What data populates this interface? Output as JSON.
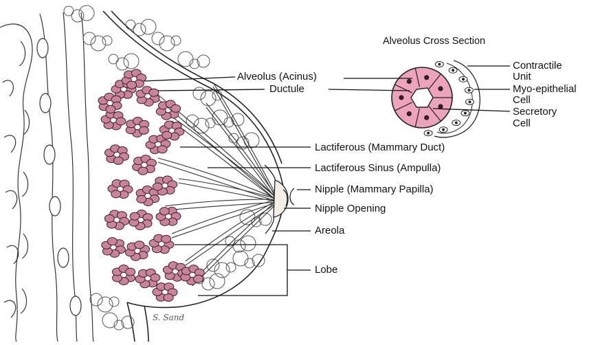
{
  "diagram": {
    "cross_section_title": "Alveolus Cross Section",
    "labels": {
      "alveolus": "Alveolus (Acinus)",
      "ductule": "Ductule",
      "lactiferous_duct": "Lactiferous (Mammary Duct)",
      "lactiferous_sinus": "Lactiferous Sinus (Ampulla)",
      "nipple": "Nipple (Mammary Papilla)",
      "nipple_opening": "Nipple Opening",
      "areola": "Areola",
      "lobe": "Lobe"
    },
    "cross_section_labels": {
      "contractile_1": "Contractile",
      "contractile_2": "Unit",
      "myo_1": "Myo-epithelial",
      "myo_2": "Cell",
      "secretory_1": "Secretory",
      "secretory_2": "Cell"
    },
    "signature": "S. Sand",
    "colors": {
      "lobule_fill": "#c98499",
      "lobule_stroke": "#3a1e28",
      "cell_fill": "#eea3bc",
      "line": "#1a1a1a"
    }
  }
}
